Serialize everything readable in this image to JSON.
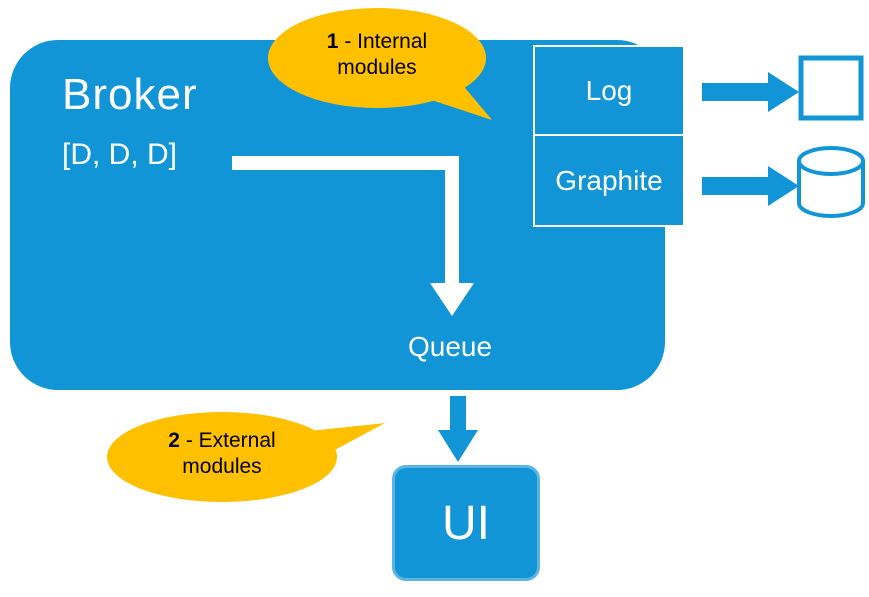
{
  "colors": {
    "primary_blue": "#1295D6",
    "callout_gold": "#FFC000",
    "arrow_white": "#FFFFFF",
    "ui_border_light_blue": "#5BB4E2"
  },
  "broker": {
    "title": "Broker",
    "subtitle": "[D, D, D]",
    "queue_label": "Queue"
  },
  "modules": {
    "items": [
      {
        "label": "Log"
      },
      {
        "label": "Graphite"
      }
    ]
  },
  "ui_box": {
    "label": "UI"
  },
  "callouts": [
    {
      "number": "1",
      "label": " - Internal modules"
    },
    {
      "number": "2",
      "label": " - External modules"
    }
  ],
  "icons": {
    "square": "log-square-icon",
    "cylinder": "database-icon"
  }
}
